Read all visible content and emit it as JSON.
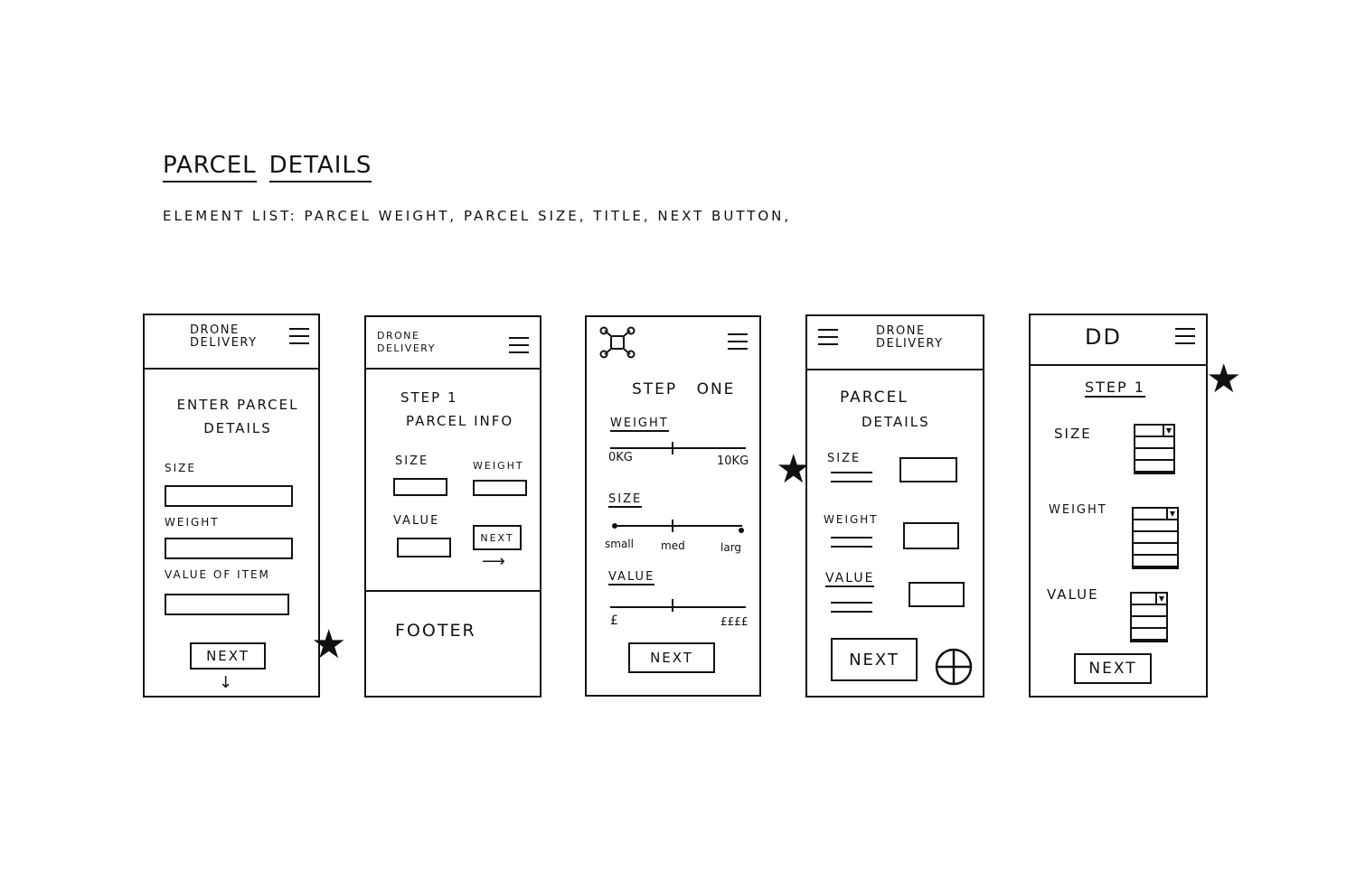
{
  "header": {
    "title_word1": "Parcel",
    "title_word2": "Details",
    "element_list": "Element list: parcel weight, parcel size, title, next button,"
  },
  "frame1": {
    "logo": "Drone Delivery",
    "heading": "Enter parcel details",
    "size_label": "Size",
    "weight_label": "Weight",
    "value_label": "Value of item",
    "next": "Next",
    "down_arrow": "↓",
    "star": "★"
  },
  "frame2": {
    "logo": "Drone Delivery",
    "heading_line1": "Step 1",
    "heading_line2": "Parcel info",
    "size_label": "Size",
    "weight_label": "Weight",
    "value_label": "Value",
    "next": "Next",
    "right_arrow": "⟶",
    "footer": "Footer"
  },
  "frame3": {
    "heading": "Step one",
    "weight_label": "Weight",
    "weight_min": "0kg",
    "weight_max": "10kg",
    "size_label": "Size",
    "size_small": "small",
    "size_med": "med",
    "size_large": "larg",
    "value_label": "Value",
    "value_min": "£",
    "value_max": "££££",
    "next": "Next",
    "star": "★"
  },
  "frame4": {
    "logo": "Drone Delivery",
    "heading_line1": "Parcel",
    "heading_line2": "details",
    "size_label": "Size",
    "weight_label": "Weight",
    "value_label": "Value",
    "next": "Next"
  },
  "frame5": {
    "logo": "DD",
    "heading": "Step 1",
    "size_label": "Size",
    "weight_label": "Weight",
    "value_label": "Value",
    "next": "Next",
    "dropdown_arrow": "▼",
    "star": "★"
  }
}
